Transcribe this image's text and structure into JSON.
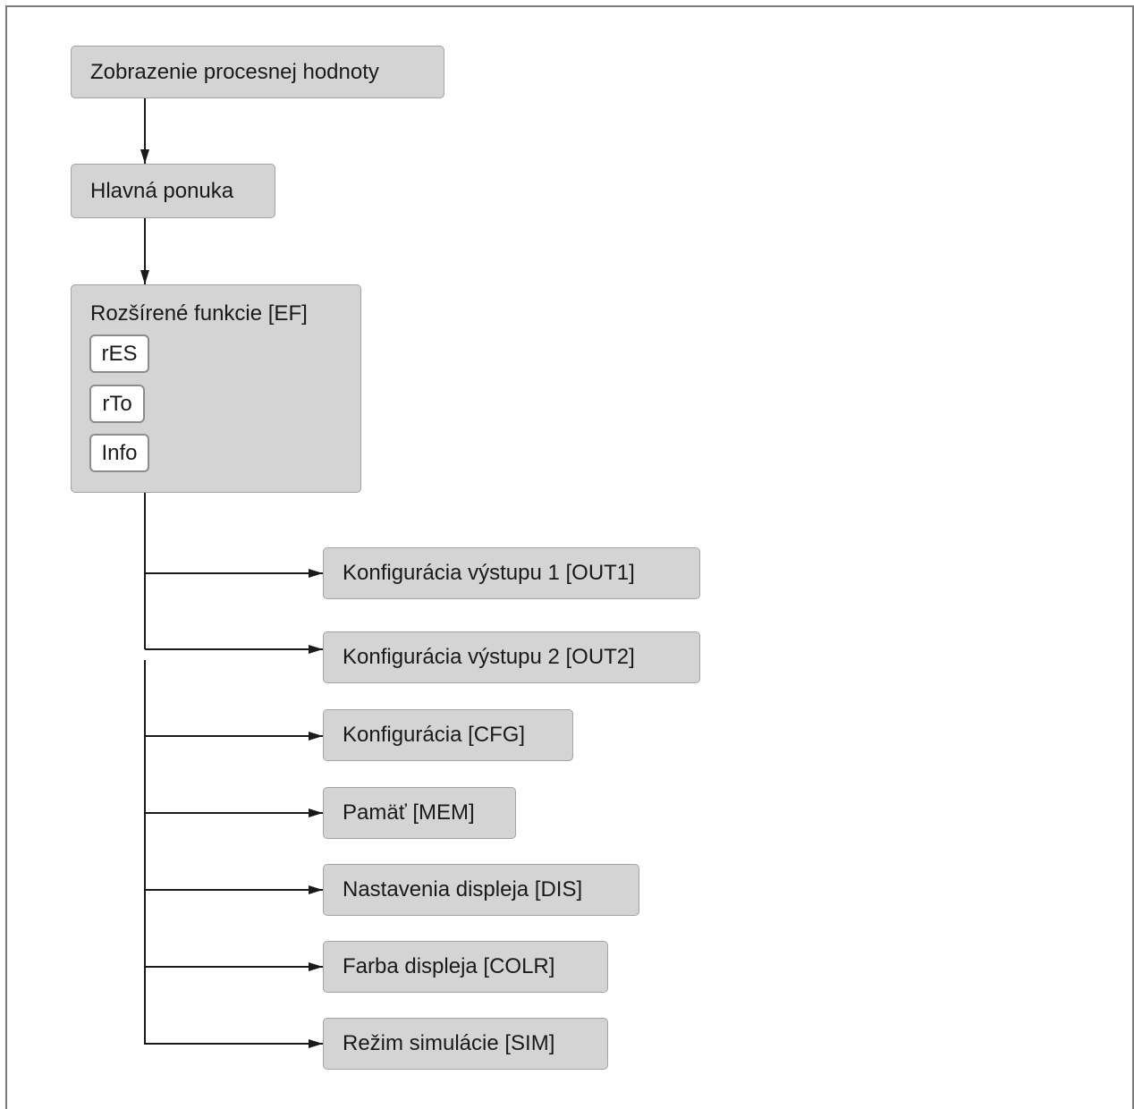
{
  "diagram": {
    "root": "Zobrazenie procesnej hodnoty",
    "main_menu": "Hlavná ponuka",
    "extended": {
      "title": "Rozšírené funkcie [EF]",
      "items": [
        "rES",
        "rTo",
        "Info"
      ]
    },
    "branches": [
      "Konfigurácia výstupu 1 [OUT1]",
      "Konfigurácia výstupu 2 [OUT2]",
      "Konfigurácia [CFG]",
      "Pamäť [MEM]",
      "Nastavenia displeja [DIS]",
      "Farba displeja [COLR]",
      "Režim simulácie [SIM]"
    ]
  },
  "colors": {
    "node_fill": "#d4d4d4",
    "node_border": "#a3a3a3",
    "line": "#1a1a1a"
  }
}
